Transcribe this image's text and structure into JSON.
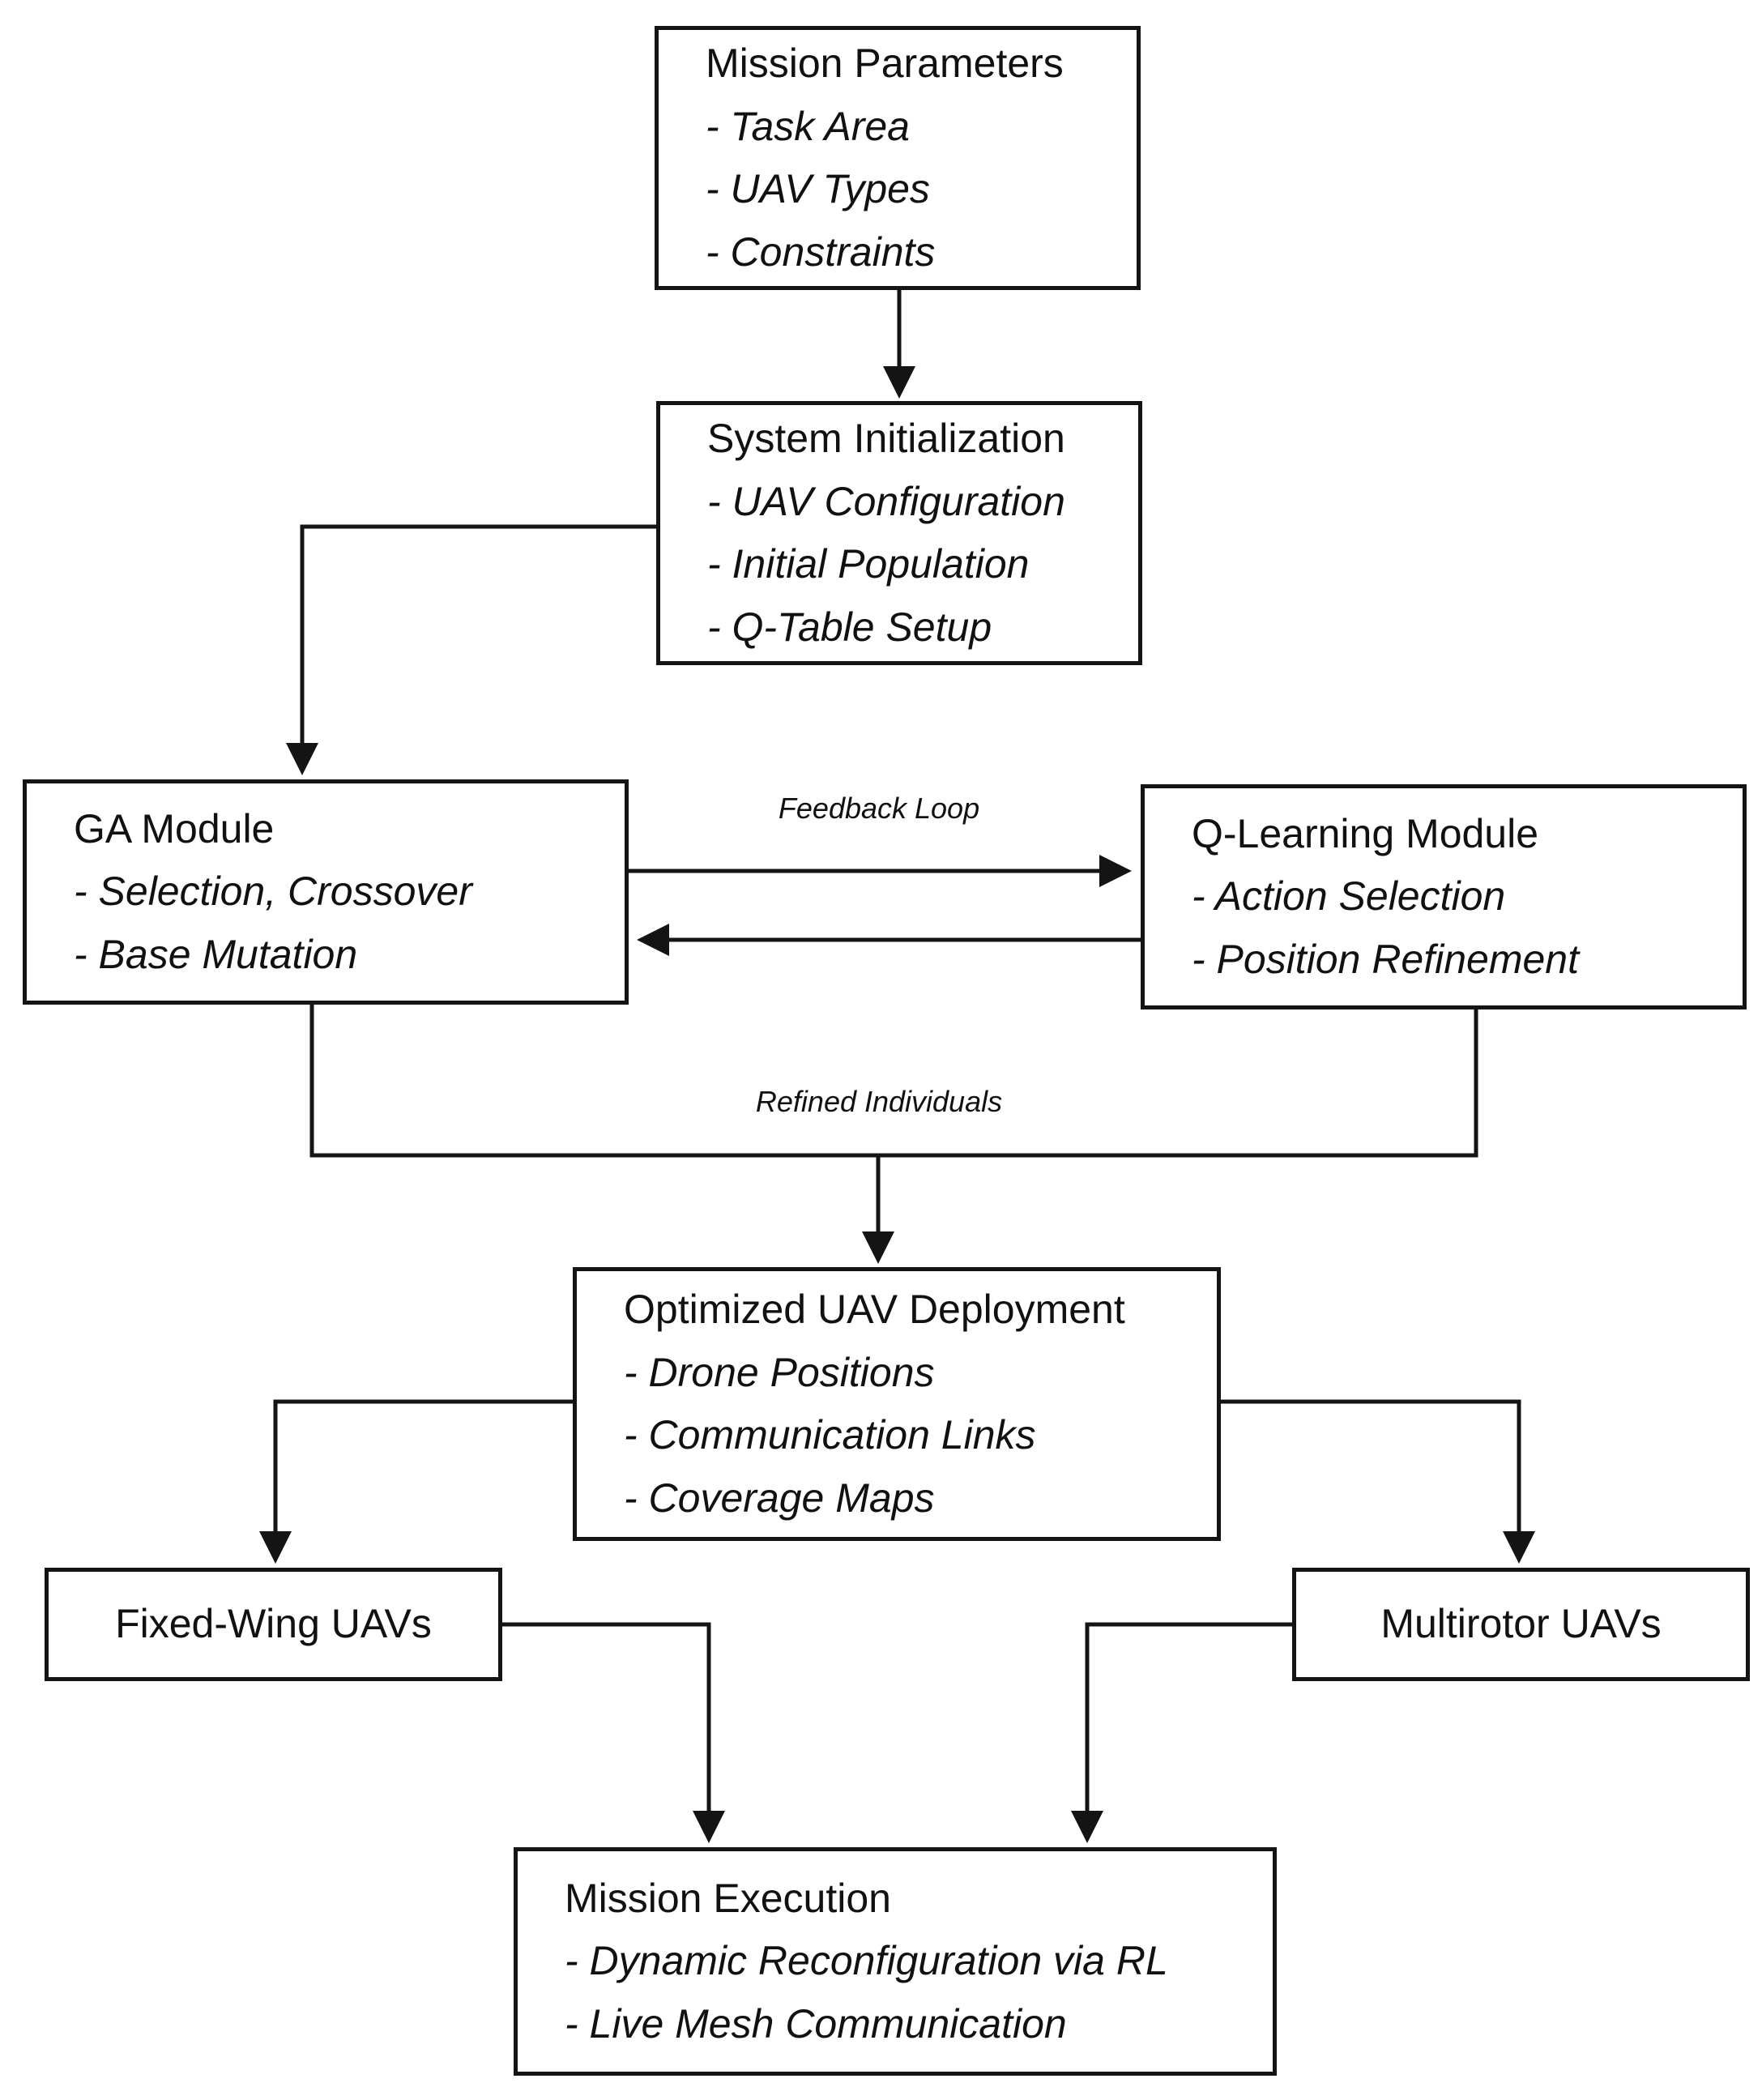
{
  "diagram": {
    "type": "flowchart",
    "colors": {
      "background": "#ffffff",
      "box_fill": "#ffffff",
      "box_border": "#141414",
      "text": "#111111",
      "connector": "#141414"
    },
    "nodes": {
      "mission_parameters": {
        "title": "Mission Parameters",
        "bullets": [
          "- Task Area",
          "- UAV Types",
          "- Constraints"
        ]
      },
      "system_initialization": {
        "title": "System Initialization",
        "bullets": [
          "- UAV Configuration",
          "- Initial Population",
          "- Q-Table Setup"
        ]
      },
      "ga_module": {
        "title": "GA Module",
        "bullets": [
          "- Selection, Crossover",
          "- Base Mutation"
        ]
      },
      "q_learning_module": {
        "title": "Q-Learning Module",
        "bullets": [
          "- Action Selection",
          "- Position Refinement"
        ]
      },
      "optimized_uav_deployment": {
        "title": "Optimized UAV Deployment",
        "bullets": [
          "- Drone Positions",
          "- Communication Links",
          "- Coverage Maps"
        ]
      },
      "fixed_wing_uavs": {
        "title": "Fixed-Wing UAVs",
        "bullets": []
      },
      "multirotor_uavs": {
        "title": "Multirotor UAVs",
        "bullets": []
      },
      "mission_execution": {
        "title": "Mission Execution",
        "bullets": [
          "- Dynamic Reconfiguration via RL",
          "- Live Mesh Communication"
        ]
      }
    },
    "edge_labels": {
      "feedback_loop": "Feedback Loop",
      "refined_individuals": "Refined Individuals"
    },
    "edges": [
      {
        "from": "mission_parameters",
        "to": "system_initialization"
      },
      {
        "from": "system_initialization",
        "to": "ga_module"
      },
      {
        "from": "ga_module",
        "to": "q_learning_module",
        "label": "Feedback Loop"
      },
      {
        "from": "q_learning_module",
        "to": "ga_module"
      },
      {
        "from": "ga_module",
        "to": "optimized_uav_deployment",
        "label": "Refined Individuals"
      },
      {
        "from": "q_learning_module",
        "to": "optimized_uav_deployment",
        "label": "Refined Individuals"
      },
      {
        "from": "optimized_uav_deployment",
        "to": "fixed_wing_uavs"
      },
      {
        "from": "optimized_uav_deployment",
        "to": "multirotor_uavs"
      },
      {
        "from": "fixed_wing_uavs",
        "to": "mission_execution"
      },
      {
        "from": "multirotor_uavs",
        "to": "mission_execution"
      }
    ]
  }
}
